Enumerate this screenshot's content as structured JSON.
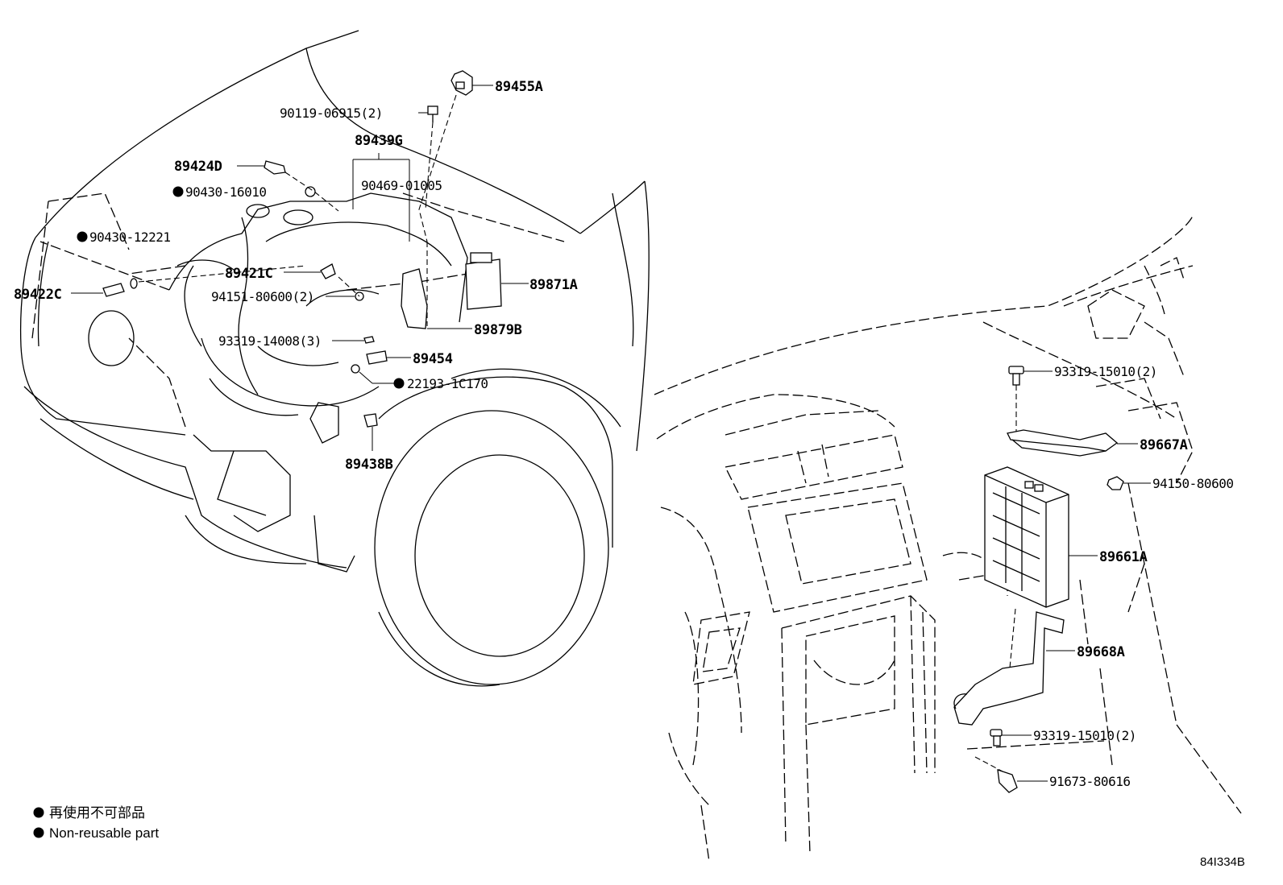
{
  "labels": {
    "p89455A": "89455A",
    "p90119": "90119-06915(2)",
    "p89439G": "89439G",
    "p89424D": "89424D",
    "p90430_16010": "90430-16010",
    "p90469": "90469-01005",
    "p90430_12221": "90430-12221",
    "p89421C": "89421C",
    "p89871A": "89871A",
    "p89422C": "89422C",
    "p94151": "94151-80600(2)",
    "p89879B": "89879B",
    "p93319_14008": "93319-14008(3)",
    "p89454": "89454",
    "p22193": "22193-1C170",
    "p89438B": "89438B",
    "p93319_15010_top": "93319-15010(2)",
    "p89667A": "89667A",
    "p94150": "94150-80600",
    "p89661A": "89661A",
    "p89668A": "89668A",
    "p93319_15010_bot": "93319-15010(2)",
    "p91673": "91673-80616"
  },
  "legend": {
    "japanese": "再使用不可部品",
    "english": "Non-reusable part"
  },
  "drawing_code": "84I334B",
  "colors": {
    "ink": "#000000",
    "background": "#ffffff"
  },
  "icons": {
    "non_reusable_marker": "filled-circle"
  }
}
